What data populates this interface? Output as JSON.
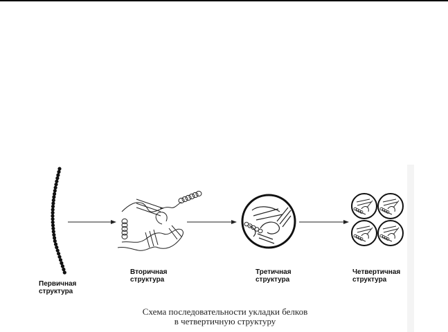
{
  "stages": [
    {
      "name": "primary",
      "line1": "Первичная",
      "line2": "структура"
    },
    {
      "name": "secondary",
      "line1": "Вторичная",
      "line2": "структура"
    },
    {
      "name": "tertiary",
      "line1": "Третичная",
      "line2": "структура"
    },
    {
      "name": "quaternary",
      "line1": "Четвертичная",
      "line2": "структура"
    }
  ],
  "caption": {
    "line1": "Схема последовательности укладки белков",
    "line2": "в четвертичную структуру"
  }
}
